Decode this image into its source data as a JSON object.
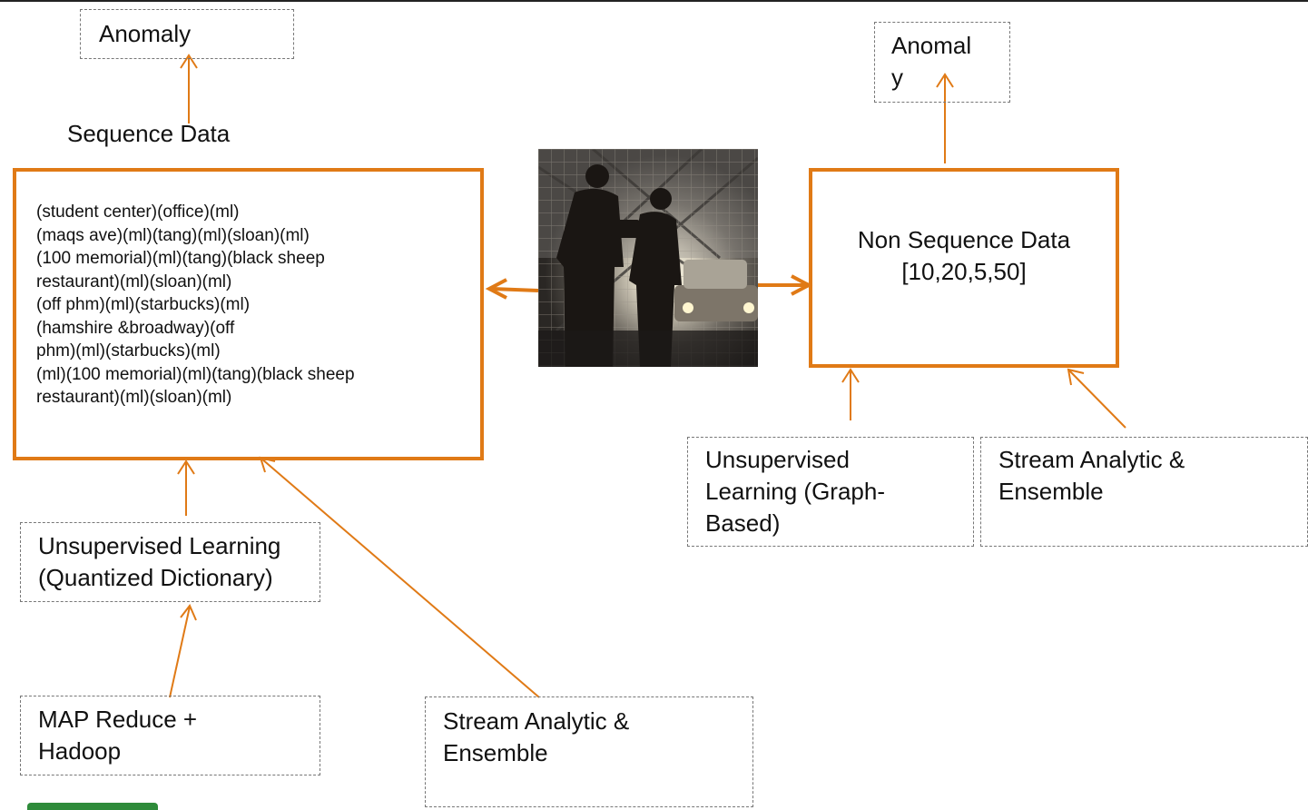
{
  "left": {
    "anomaly_label": "Anomaly",
    "sequence_data_label": "Sequence Data",
    "sequence_lines": [
      "(student center)(office)(ml)",
      "(maqs ave)(ml)(tang)(ml)(sloan)(ml)",
      "(100 memorial)(ml)(tang)(black sheep",
      "restaurant)(ml)(sloan)(ml)",
      "(off phm)(ml)(starbucks)(ml)",
      "(hamshire &broadway)(off",
      "phm)(ml)(starbucks)(ml)",
      "(ml)(100 memorial)(ml)(tang)(black sheep",
      "restaurant)(ml)(sloan)(ml)"
    ],
    "unsupervised_label": "Unsupervised Learning\n(Quantized Dictionary)",
    "mapreduce_label": "MAP Reduce +\nHadoop",
    "stream_label": "Stream Analytic &\nEnsemble"
  },
  "right": {
    "anomaly_label": "Anomal\ny",
    "non_sequence_title": "Non Sequence  Data",
    "non_sequence_values": "[10,20,5,50]",
    "unsupervised_label": "Unsupervised\nLearning (Graph-\nBased)",
    "stream_label": "Stream Analytic &\nEnsemble"
  },
  "colors": {
    "accent_orange": "#e07a16",
    "dashed_border": "#777777"
  },
  "photo": {
    "icon": "photo-two-people-silhouette-car"
  }
}
